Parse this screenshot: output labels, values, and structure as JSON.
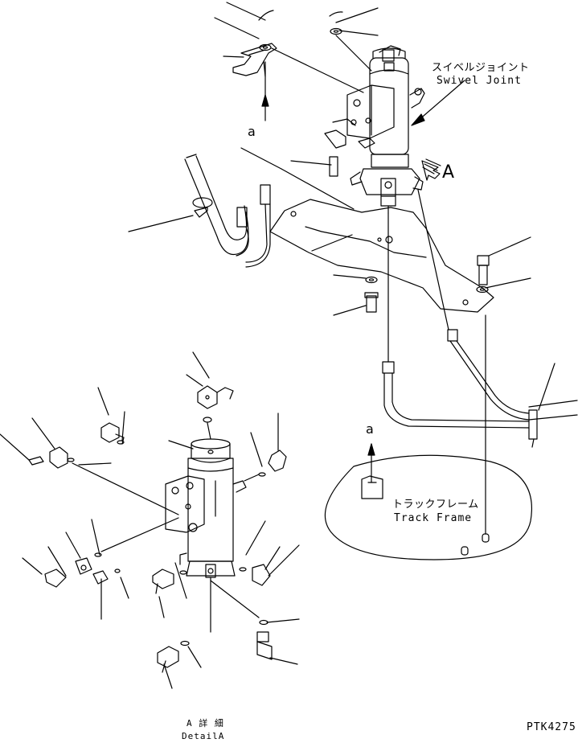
{
  "labels": {
    "swivel_joint_jp": "スイベルジョイント",
    "swivel_joint_en": "Swivel Joint",
    "view_a": "A",
    "section_a_top": "a",
    "section_a_bottom": "a",
    "track_frame_jp": "トラックフレーム",
    "track_frame_en": "Track Frame",
    "detail_jp": "A 詳 細",
    "detail_en": "DetailA",
    "drawing_number": "PTK4275"
  },
  "colors": {
    "line": "#000000",
    "background": "#ffffff"
  }
}
